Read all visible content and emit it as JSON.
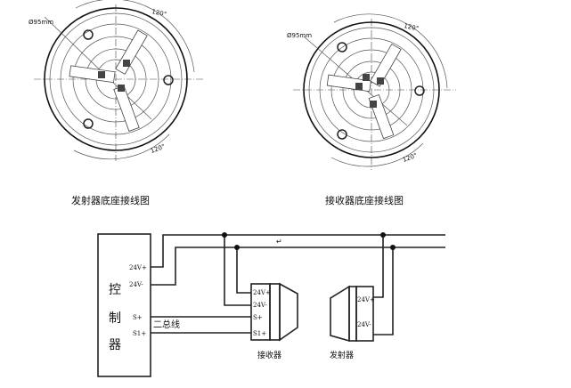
{
  "base_drawings": [
    {
      "caption": "发射器底座接线图",
      "diameter_label": "Ø95mm",
      "angle_top": "120°",
      "angle_bottom": "120°"
    },
    {
      "caption": "接收器底座接线图",
      "diameter_label": "Ø95mm",
      "angle_top": "120°",
      "angle_bottom": "120°"
    }
  ],
  "wiring": {
    "controller_label": [
      "控",
      "制",
      "器"
    ],
    "controller_terminals": [
      "24V+",
      "24V-",
      "S+",
      "S1+"
    ],
    "bus_label": "二总线",
    "receiver": {
      "label": "接收器",
      "terminals": [
        "24V+",
        "24V-",
        "S+",
        "S1+"
      ]
    },
    "emitter": {
      "label": "发射器",
      "terminals": [
        "24V+",
        "24V-"
      ]
    },
    "return_mark": "↵"
  }
}
